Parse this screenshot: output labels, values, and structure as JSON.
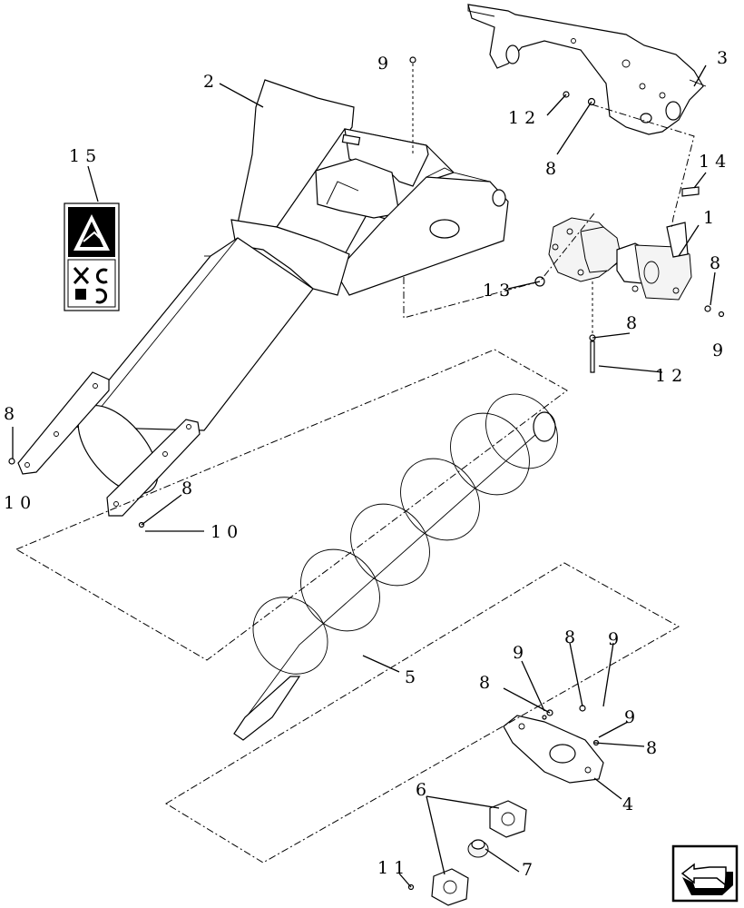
{
  "labels": {
    "p1": "1",
    "p2": "2",
    "p3": "3",
    "p4": "4",
    "p5": "5",
    "p6": "6",
    "p7": "7",
    "p8": "8",
    "p9": "9",
    "p10": "1 0",
    "p11": "1 1",
    "p12": "1 2",
    "p13": "1 3",
    "p14": "1 4",
    "p15": "1 5"
  },
  "icons": {
    "warning_decal": "auger-entanglement-warning-icon",
    "instruction_decal": "rotation-instruction-icon",
    "nav": "next-page-arrow-icon"
  }
}
